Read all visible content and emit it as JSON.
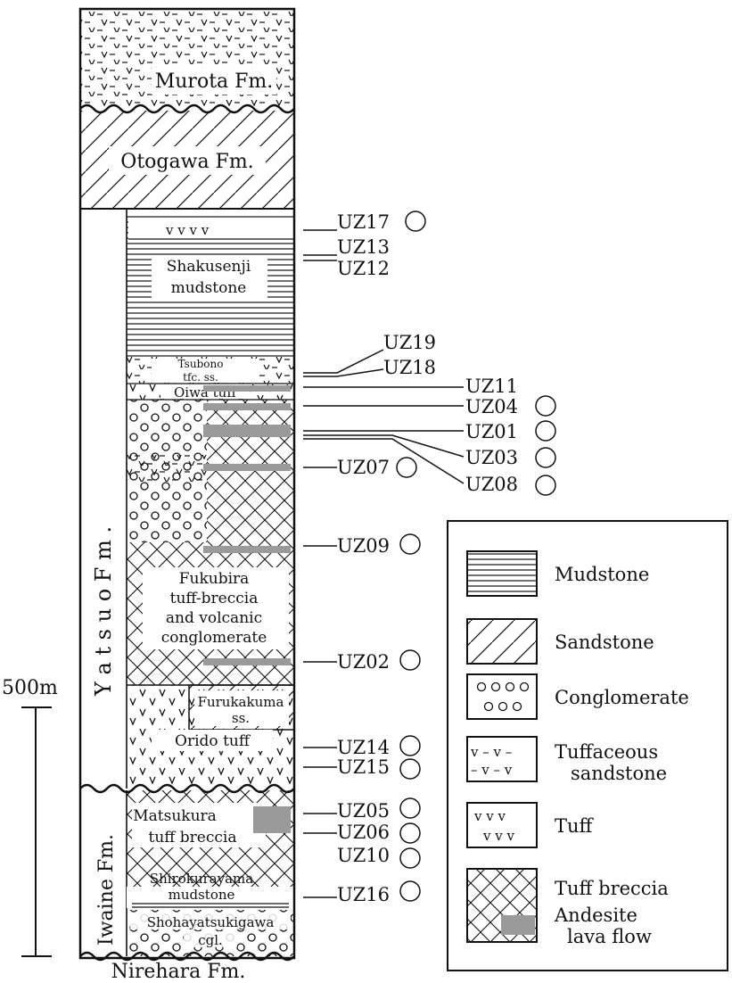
{
  "formations": {
    "murota": "Murota Fm.",
    "otogawa": "Otogawa Fm.",
    "yatsuo": "Y a t s u o   F m .",
    "iwaine": "Iwaine Fm.",
    "nirehara": "Nirehara Fm."
  },
  "units": {
    "shakusenji_1": "Shakusenji",
    "shakusenji_2": "mudstone",
    "tsubono_1": "Tsubono",
    "tsubono_2": "tfc. ss.",
    "oiwa": "Oiwa tuff",
    "fukubira_1": "Fukubira",
    "fukubira_2": "tuff-breccia",
    "fukubira_3": "and volcanic",
    "fukubira_4": "conglomerate",
    "furukakuma_1": "Furukakuma",
    "furukakuma_2": "ss.",
    "orido": "Orido tuff",
    "matsukura_1": "Matsukura",
    "matsukura_2": "tuff breccia",
    "shirokurayama_1": "Shirokurayama",
    "shirokurayama_2": "mudstone",
    "shohayatsukigawa_1": "Shohayatsukigawa",
    "shohayatsukigawa_2": "cgl."
  },
  "samples": {
    "UZ17": "UZ17",
    "UZ13": "UZ13",
    "UZ12": "UZ12",
    "UZ19": "UZ19",
    "UZ18": "UZ18",
    "UZ11": "UZ11",
    "UZ04": "UZ04",
    "UZ01": "UZ01",
    "UZ03": "UZ03",
    "UZ07": "UZ07",
    "UZ08": "UZ08",
    "UZ09": "UZ09",
    "UZ02": "UZ02",
    "UZ14": "UZ14",
    "UZ15": "UZ15",
    "UZ05": "UZ05",
    "UZ06": "UZ06",
    "UZ10": "UZ10",
    "UZ16": "UZ16"
  },
  "scale": {
    "label": "500m"
  },
  "legend": {
    "mudstone": "Mudstone",
    "sandstone": "Sandstone",
    "conglomerate": "Conglomerate",
    "tuffaceous_1": "Tuffaceous",
    "tuffaceous_2": "sandstone",
    "tuff": "Tuff",
    "tuff_breccia": "Tuff breccia",
    "andesite_1": "Andesite",
    "andesite_2": "lava flow"
  },
  "colors": {
    "lava_flow": "#9a9a9a",
    "line": "#111111"
  }
}
